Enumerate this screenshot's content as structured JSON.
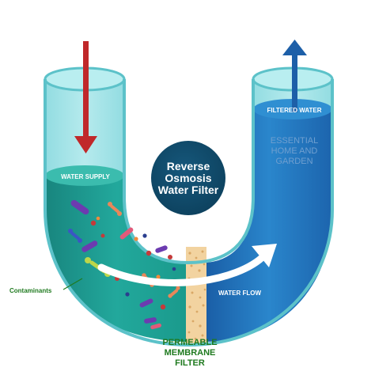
{
  "title": {
    "line1": "Reverse",
    "line2": "Osmosis",
    "line3": "Water Filter"
  },
  "labels": {
    "water_supply": "WATER SUPPLY",
    "filtered_water": "FILTERED WATER",
    "water_flow": "WATER FLOW",
    "contaminants": "Contaminants",
    "membrane_line1": "PERMEABLE",
    "membrane_line2": "MEMBRANE",
    "membrane_line3": "FILTER",
    "watermark_line1": "ESSENTIAL",
    "watermark_line2": "HOME AND",
    "watermark_line3": "GARDEN"
  },
  "colors": {
    "dirty_water": "#1e9c93",
    "clean_water": "#1f6fb8",
    "inflow_arrow": "#c0282a",
    "outflow_arrow": "#1d5fa8",
    "title_circle": "#0f4c6b",
    "membrane": "#f2d3a0",
    "label_green": "#1f7a1f"
  },
  "icons": {
    "inflow": "arrow-down-icon",
    "outflow": "arrow-up-icon",
    "flow": "curved-arrow-right-icon"
  }
}
